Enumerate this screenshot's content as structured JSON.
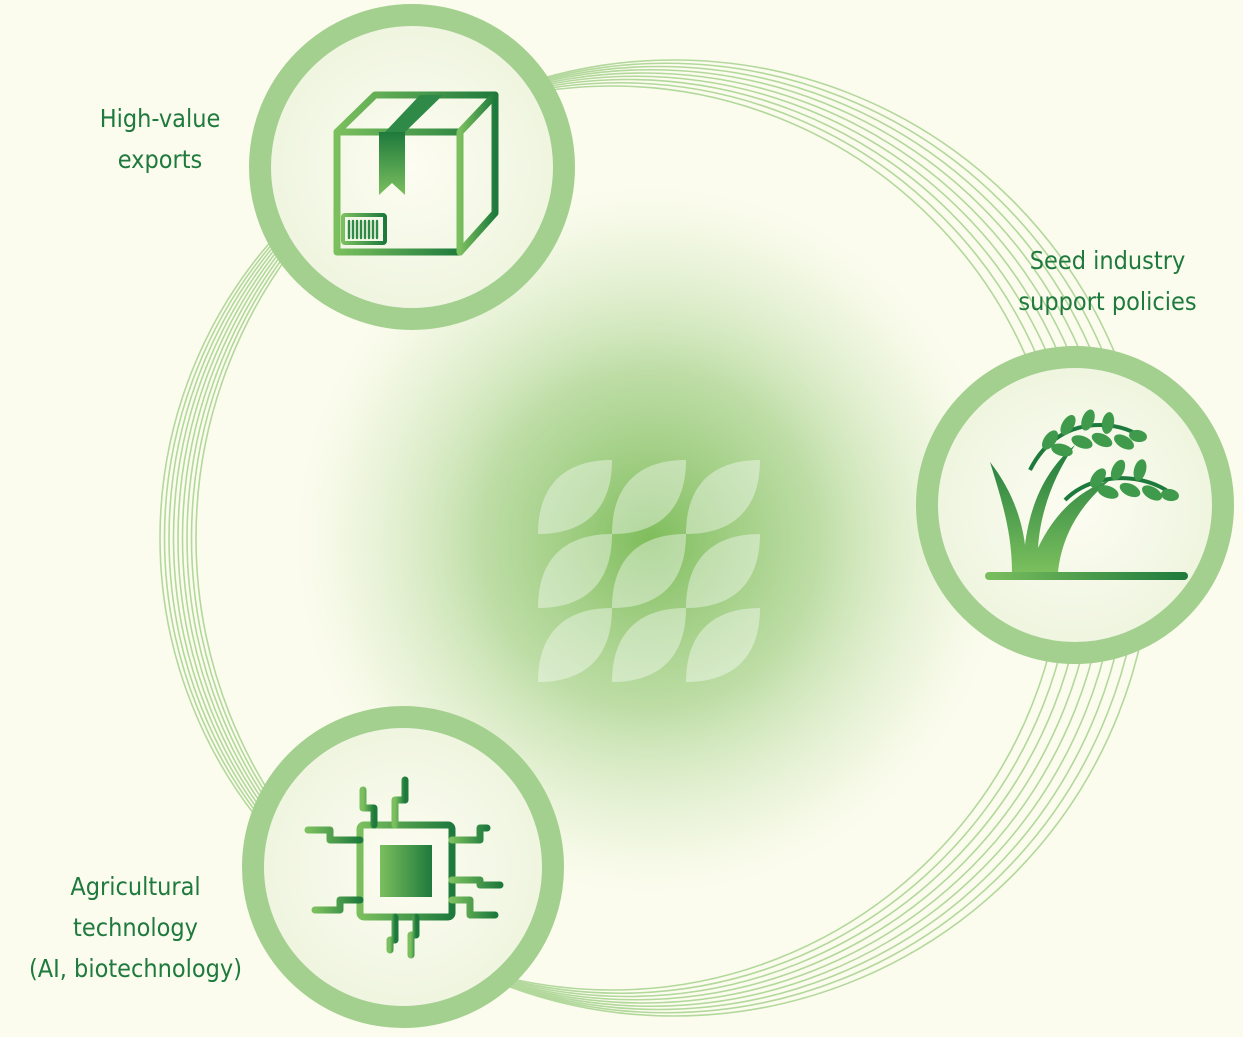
{
  "colors": {
    "background": "#fcfcee",
    "ring": "#a3d08e",
    "arc": "#b2d89c",
    "text": "#1f7a3d",
    "icon_dark": "#1e7a3c",
    "icon_light": "#7bbf5e"
  },
  "nodes": [
    {
      "icon": "package-box-icon",
      "label_lines": [
        "High-value",
        "exports"
      ]
    },
    {
      "icon": "rice-plant-icon",
      "label_lines": [
        "Seed industry",
        "support policies"
      ]
    },
    {
      "icon": "microchip-icon",
      "label_lines": [
        "Agricultural",
        "technology",
        "(AI, biotechnology)"
      ]
    }
  ],
  "center": {
    "icon": "leaf-pattern-icon"
  }
}
